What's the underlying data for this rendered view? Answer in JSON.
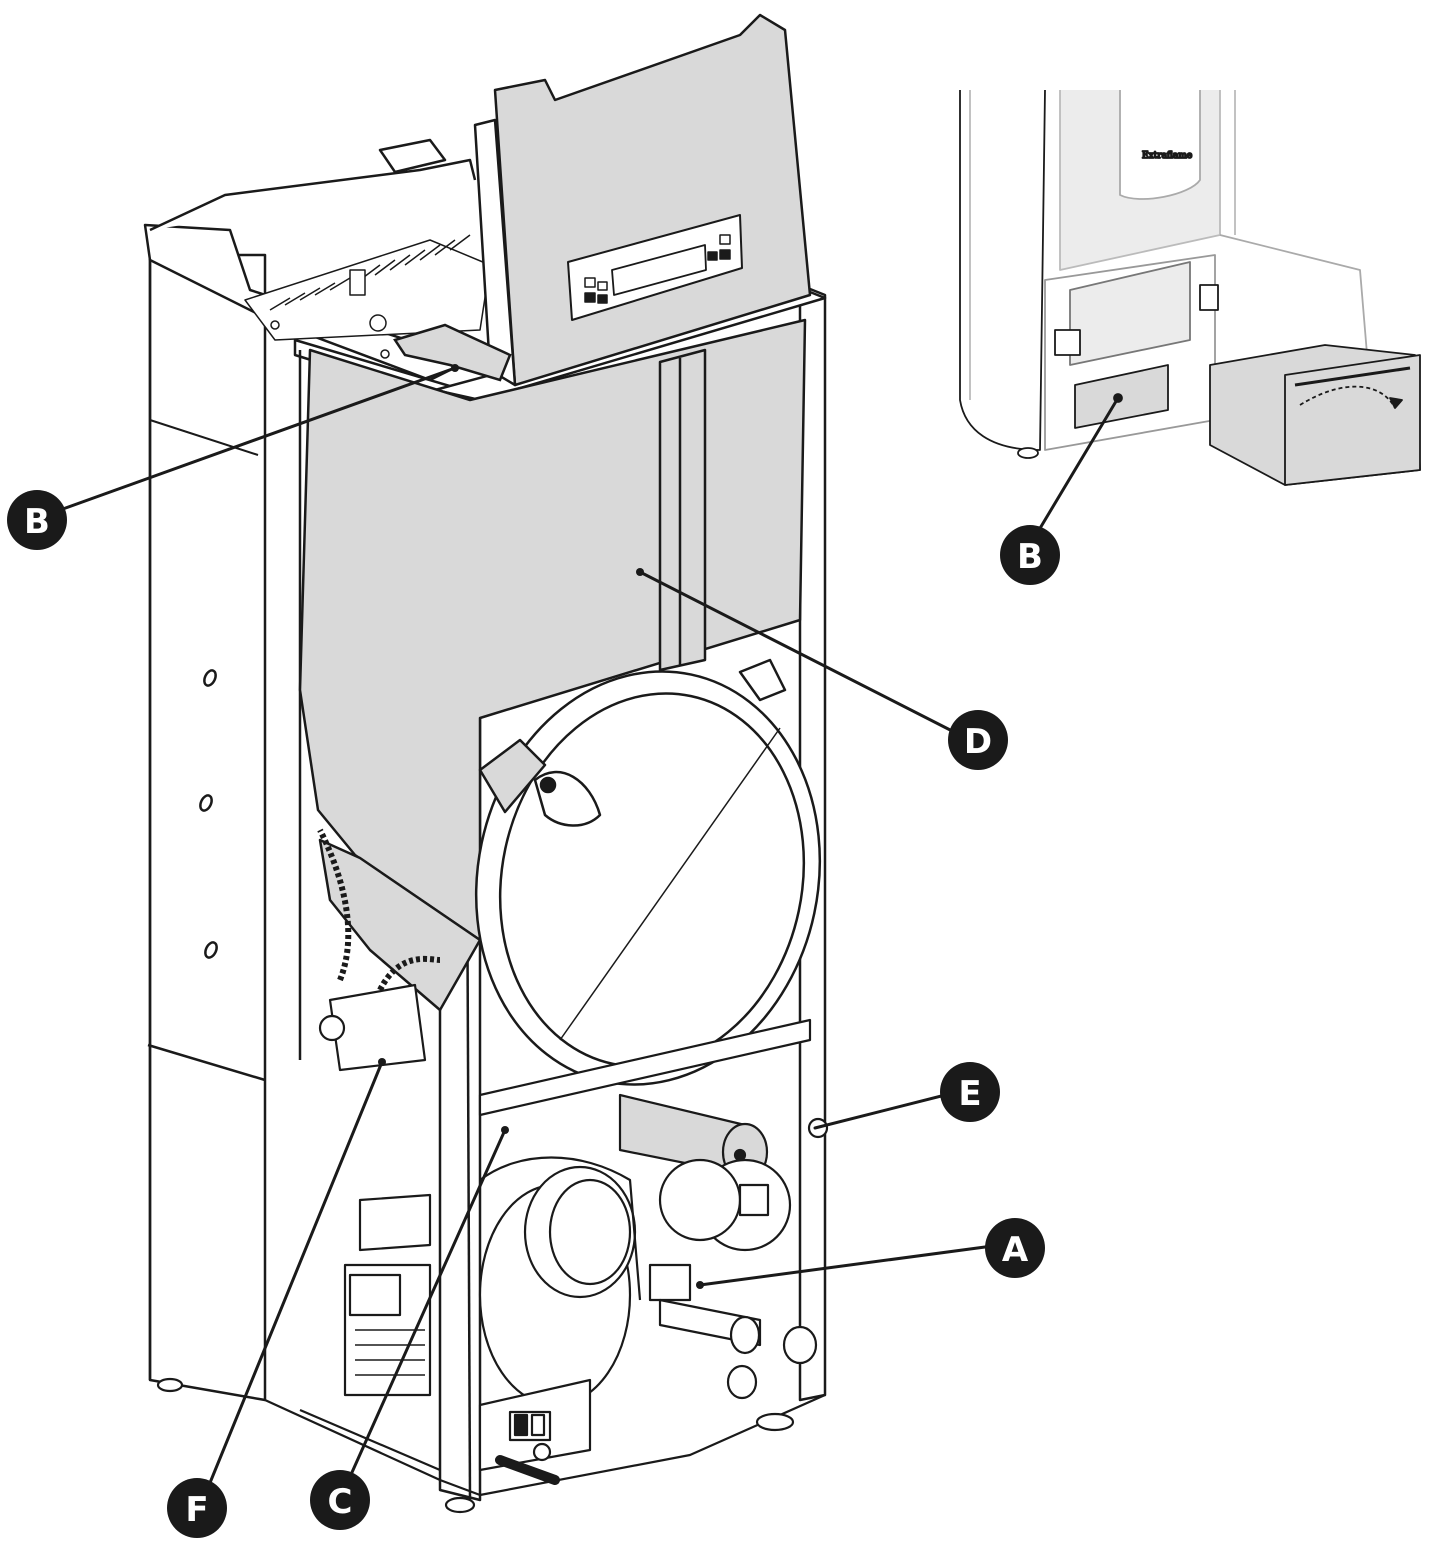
{
  "diagram": {
    "callouts": [
      {
        "id": "label-b-main",
        "letter": "B"
      },
      {
        "id": "label-d",
        "letter": "D"
      },
      {
        "id": "label-e",
        "letter": "E"
      },
      {
        "id": "label-a",
        "letter": "A"
      },
      {
        "id": "label-f",
        "letter": "F"
      },
      {
        "id": "label-c",
        "letter": "C"
      },
      {
        "id": "label-b-inset",
        "letter": "B"
      }
    ],
    "inset": {
      "brand": "Extraflame"
    },
    "colors": {
      "line": "#1a1a1a",
      "panel_gray": "#d9d9d9",
      "panel_gray_light": "#ececec",
      "callout_fill": "#1a1a1a",
      "callout_text": "#ffffff"
    }
  }
}
